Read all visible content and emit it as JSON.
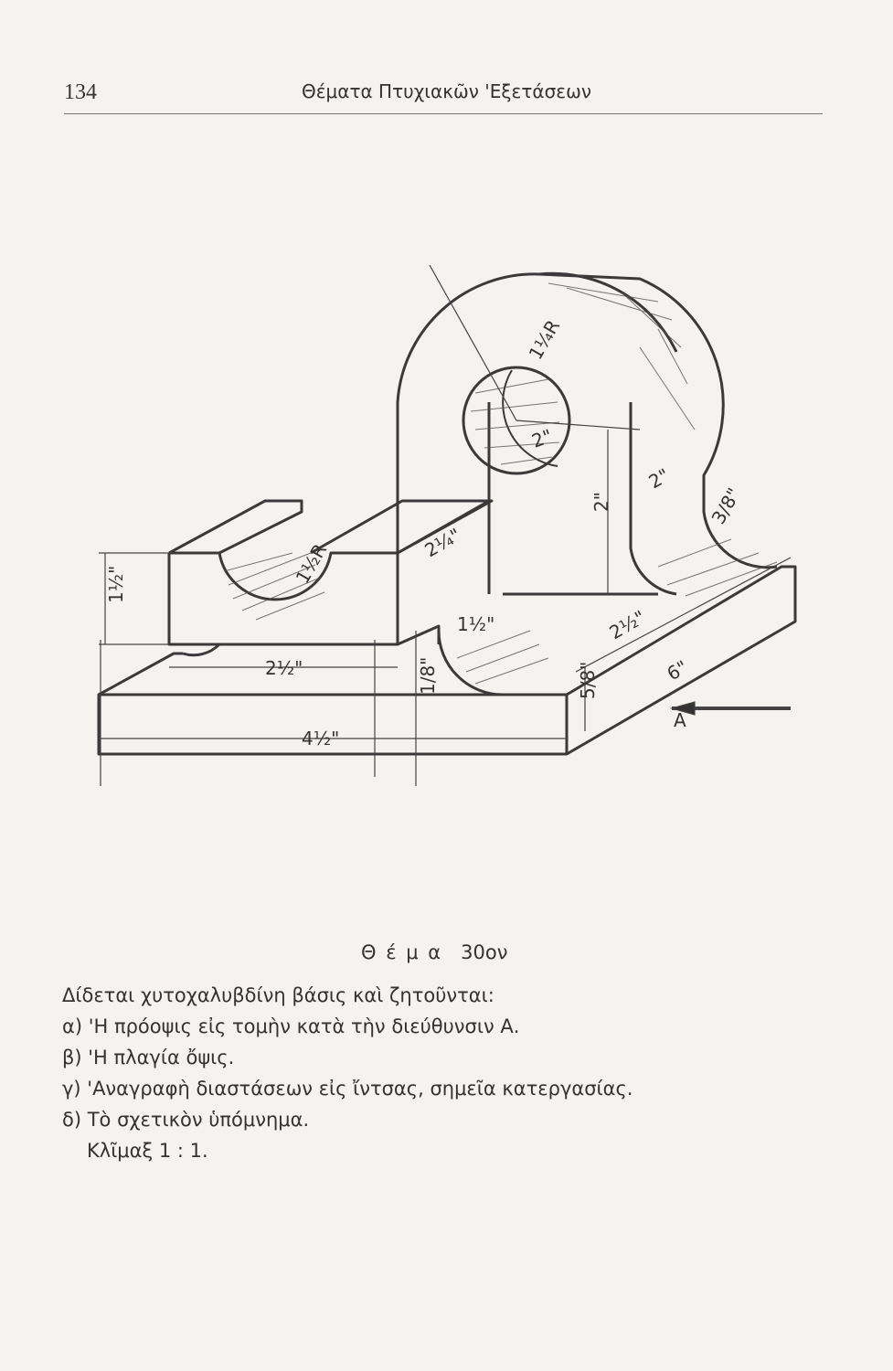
{
  "header": {
    "page_number": "134",
    "title": "Θέματα Πτυχιακῶν 'Εξετάσεων"
  },
  "drawing": {
    "dimensions": {
      "base_length": "4½\"",
      "base_depth": "6\"",
      "base_height": "5/8\"",
      "block_height": "1½\"",
      "block_width": "2½\"",
      "block_depth": "2¼\"",
      "saddle_radius": "1½R",
      "gap": "1/8\"",
      "fillet": "1½\"",
      "upright_offset": "2½\"",
      "hole_radius": "1¼R",
      "hole_center_height": "2\"",
      "hole_dia": "2\"",
      "upright_depth": "2\"",
      "upright_thickness": "3/8\""
    },
    "view_arrow_label": "A"
  },
  "theme": {
    "label": "Θ έ μ α",
    "number": "30ον"
  },
  "body": {
    "intro": "Δίδεται χυτοχαλυβδίνη βάσις καὶ ζητοῦνται:",
    "items": [
      "α) 'Η πρόοψις εἰς τομὴν κατὰ τὴν διεύθυνσιν Α.",
      "β) 'Η πλαγία ὄψις.",
      "γ) 'Αναγραφὴ διαστάσεων εἰς ἴντσας, σημεῖα κατεργασίας.",
      "δ) Τὸ σχετικὸν ὑπόμνημα."
    ],
    "scale": "Κλῖμαξ 1 : 1."
  }
}
